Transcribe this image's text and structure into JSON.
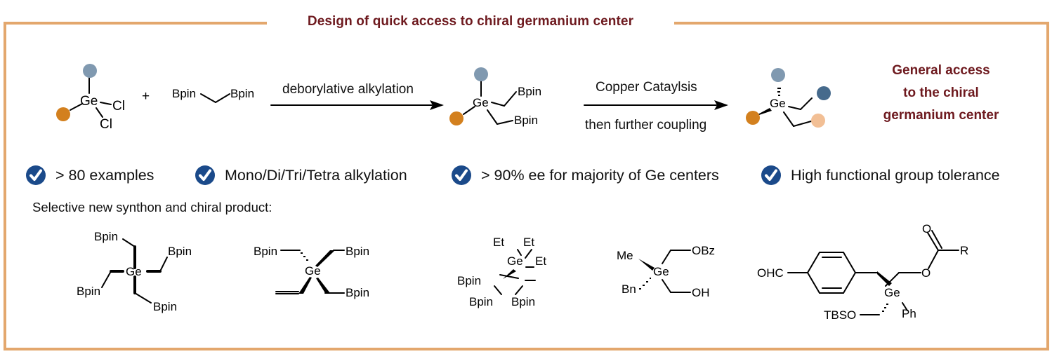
{
  "title": "Design of quick access to chiral germanium center",
  "reaction": {
    "reactant1": {
      "center": "Ge",
      "substituents": [
        "Cl",
        "Cl"
      ],
      "dots": [
        "slate-blue",
        "orange"
      ]
    },
    "plus": "+",
    "reactant2": {
      "left": "Bpin",
      "right": "Bpin"
    },
    "step1_label": "deborylative alkylation",
    "intermediate": {
      "center": "Ge",
      "groups": [
        "Bpin",
        "Bpin"
      ]
    },
    "step2_label_top": "Copper Cataylsis",
    "step2_label_bottom": "then further coupling",
    "product": {
      "center": "Ge"
    }
  },
  "general_access": [
    "General access",
    "to the chiral",
    "germanium center"
  ],
  "features": [
    {
      "icon": "check-circle-icon",
      "text": "> 80 examples"
    },
    {
      "icon": "check-circle-icon",
      "text": "Mono/Di/Tri/Tetra alkylation"
    },
    {
      "icon": "check-circle-icon",
      "text": "> 90% ee for majority of Ge centers"
    },
    {
      "icon": "check-circle-icon",
      "text": "High functional group tolerance"
    }
  ],
  "subheading": "Selective new synthon and chiral product:",
  "products": [
    {
      "center": "Ge",
      "labels": [
        "Bpin",
        "Bpin",
        "Bpin",
        "Bpin"
      ]
    },
    {
      "center": "Ge",
      "labels": [
        "Bpin",
        "Bpin",
        "Bpin"
      ]
    },
    {
      "center": "Ge",
      "labels": [
        "Et",
        "Et",
        "Et",
        "Bpin",
        "Bpin",
        "Bpin"
      ]
    },
    {
      "center": "Ge",
      "labels": [
        "Me",
        "Bn",
        "OBz",
        "OH"
      ]
    },
    {
      "center": "Ge",
      "labels": [
        "OHC",
        "TBSO",
        "Ph",
        "O",
        "O",
        "R"
      ]
    }
  ],
  "colors": {
    "frame": "#e3a76d",
    "title": "#6e1a1f",
    "check": "#1b4a8a",
    "dot_slate": "#8099b0",
    "dot_orange": "#d3801e",
    "dot_navy": "#466a8c",
    "dot_peach": "#f2bf95"
  }
}
